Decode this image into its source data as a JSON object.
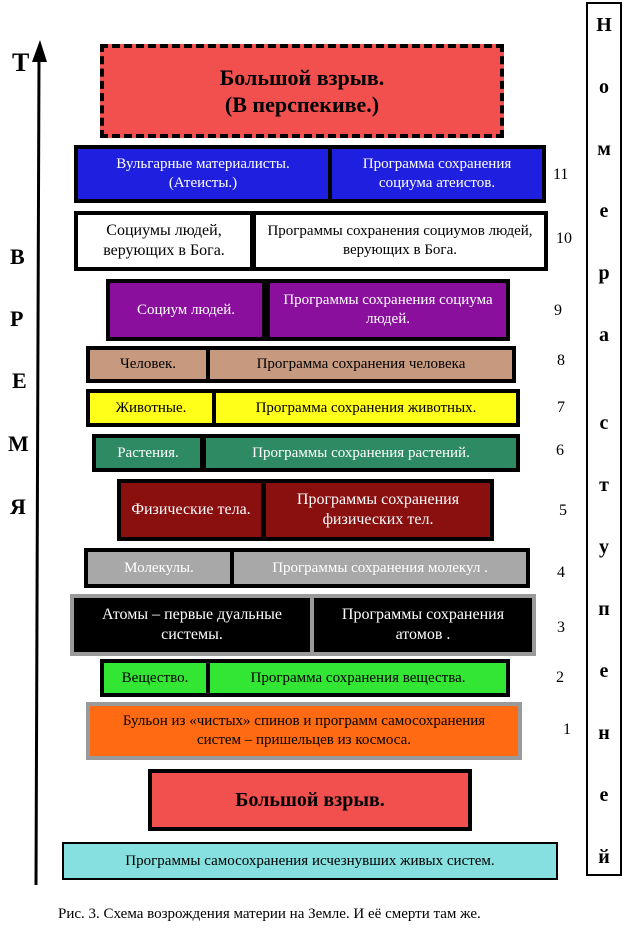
{
  "axis": {
    "top_label": "Т",
    "vertical_letters": [
      "В",
      "Р",
      "Е",
      "М",
      "Я"
    ]
  },
  "column": {
    "letters": [
      "Н",
      "о",
      "м",
      "е",
      "р",
      "а",
      "с",
      "т",
      "у",
      "п",
      "е",
      "н",
      "е",
      "й"
    ]
  },
  "top_box": {
    "line1": "Большой взрыв.",
    "line2": "(В перспекиве.)"
  },
  "rows": [
    {
      "left": "Вульгарные материалисты. (Атеисты.)",
      "right": "Программа сохранения социума атеистов.",
      "number": "11"
    },
    {
      "left": "Социумы людей, верующих в Бога.",
      "right": "Программы сохранения социумов людей, верующих в Бога.",
      "number": "10"
    },
    {
      "left": "Социум людей.",
      "right": "Программы сохранения социума людей.",
      "number": "9"
    },
    {
      "left": "Человек.",
      "right": "Программа сохранения человека",
      "number": "8"
    },
    {
      "left": "Животные.",
      "right": "Программа сохранения животных.",
      "number": "7"
    },
    {
      "left": "Растения.",
      "right": "Программы сохранения растений.",
      "number": "6"
    },
    {
      "left": "Физические тела.",
      "right": "Программы сохранения физических тел.",
      "number": "5"
    },
    {
      "left": "Молекулы.",
      "right": "Программы сохранения  молекул .",
      "number": "4"
    },
    {
      "left": "Атомы – первые дуальные  системы.",
      "right": "Программы сохранения атомов .",
      "number": "3"
    },
    {
      "left": "Вещество.",
      "right": "Программа сохранения вещества.",
      "number": "2"
    }
  ],
  "broth": {
    "text": "Бульон из «чистых» спинов и программ самосохранения систем – пришельцев из космоса.",
    "number": "1"
  },
  "big_bang": {
    "text": "Большой взрыв."
  },
  "bottom_box": {
    "text": "Программы самосохранения исчезнувших живых систем."
  },
  "caption": "Рис. 3. Схема возрождения материи на Земле. И её смерти там же.",
  "colors": {
    "red": "#f2504f",
    "blue": "#1f1fe0",
    "purple": "#8a0f9c",
    "tan": "#c79a80",
    "yellow": "#ffff1a",
    "green_dark": "#2e8a63",
    "maroon": "#8a0f0f",
    "grey": "#a8a8a8",
    "green_bright": "#33e633",
    "orange": "#ff6a12",
    "cyan": "#86e0e0"
  }
}
